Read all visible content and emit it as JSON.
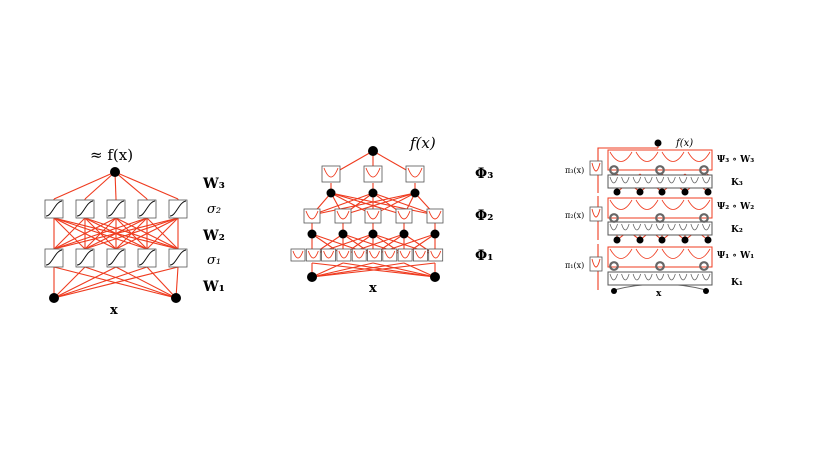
{
  "panels": [
    {
      "output_label": "≈ f(x)",
      "input_label": "x",
      "layer_labels": [
        "W₃",
        "σ₂",
        "W₂",
        "σ₁",
        "W₁"
      ]
    },
    {
      "output_label": "f(x)",
      "input_label": "x",
      "layer_labels": [
        "Φ₃",
        "Φ₂",
        "Φ₁"
      ]
    },
    {
      "output_label": "f(x)",
      "input_label": "x",
      "side_labels": [
        "π₃(x)",
        "π₂(x)",
        "π₁(x)"
      ],
      "layer_labels": [
        "Ψ₃ ∘ W₃",
        "K₃",
        "Ψ₂ ∘ W₂",
        "K₂",
        "Ψ₁ ∘ W₁",
        "K₁"
      ]
    }
  ],
  "colors": {
    "edge": "#ef3b1f",
    "node": "#000000",
    "box": "#555555",
    "kernel": "#666666"
  }
}
